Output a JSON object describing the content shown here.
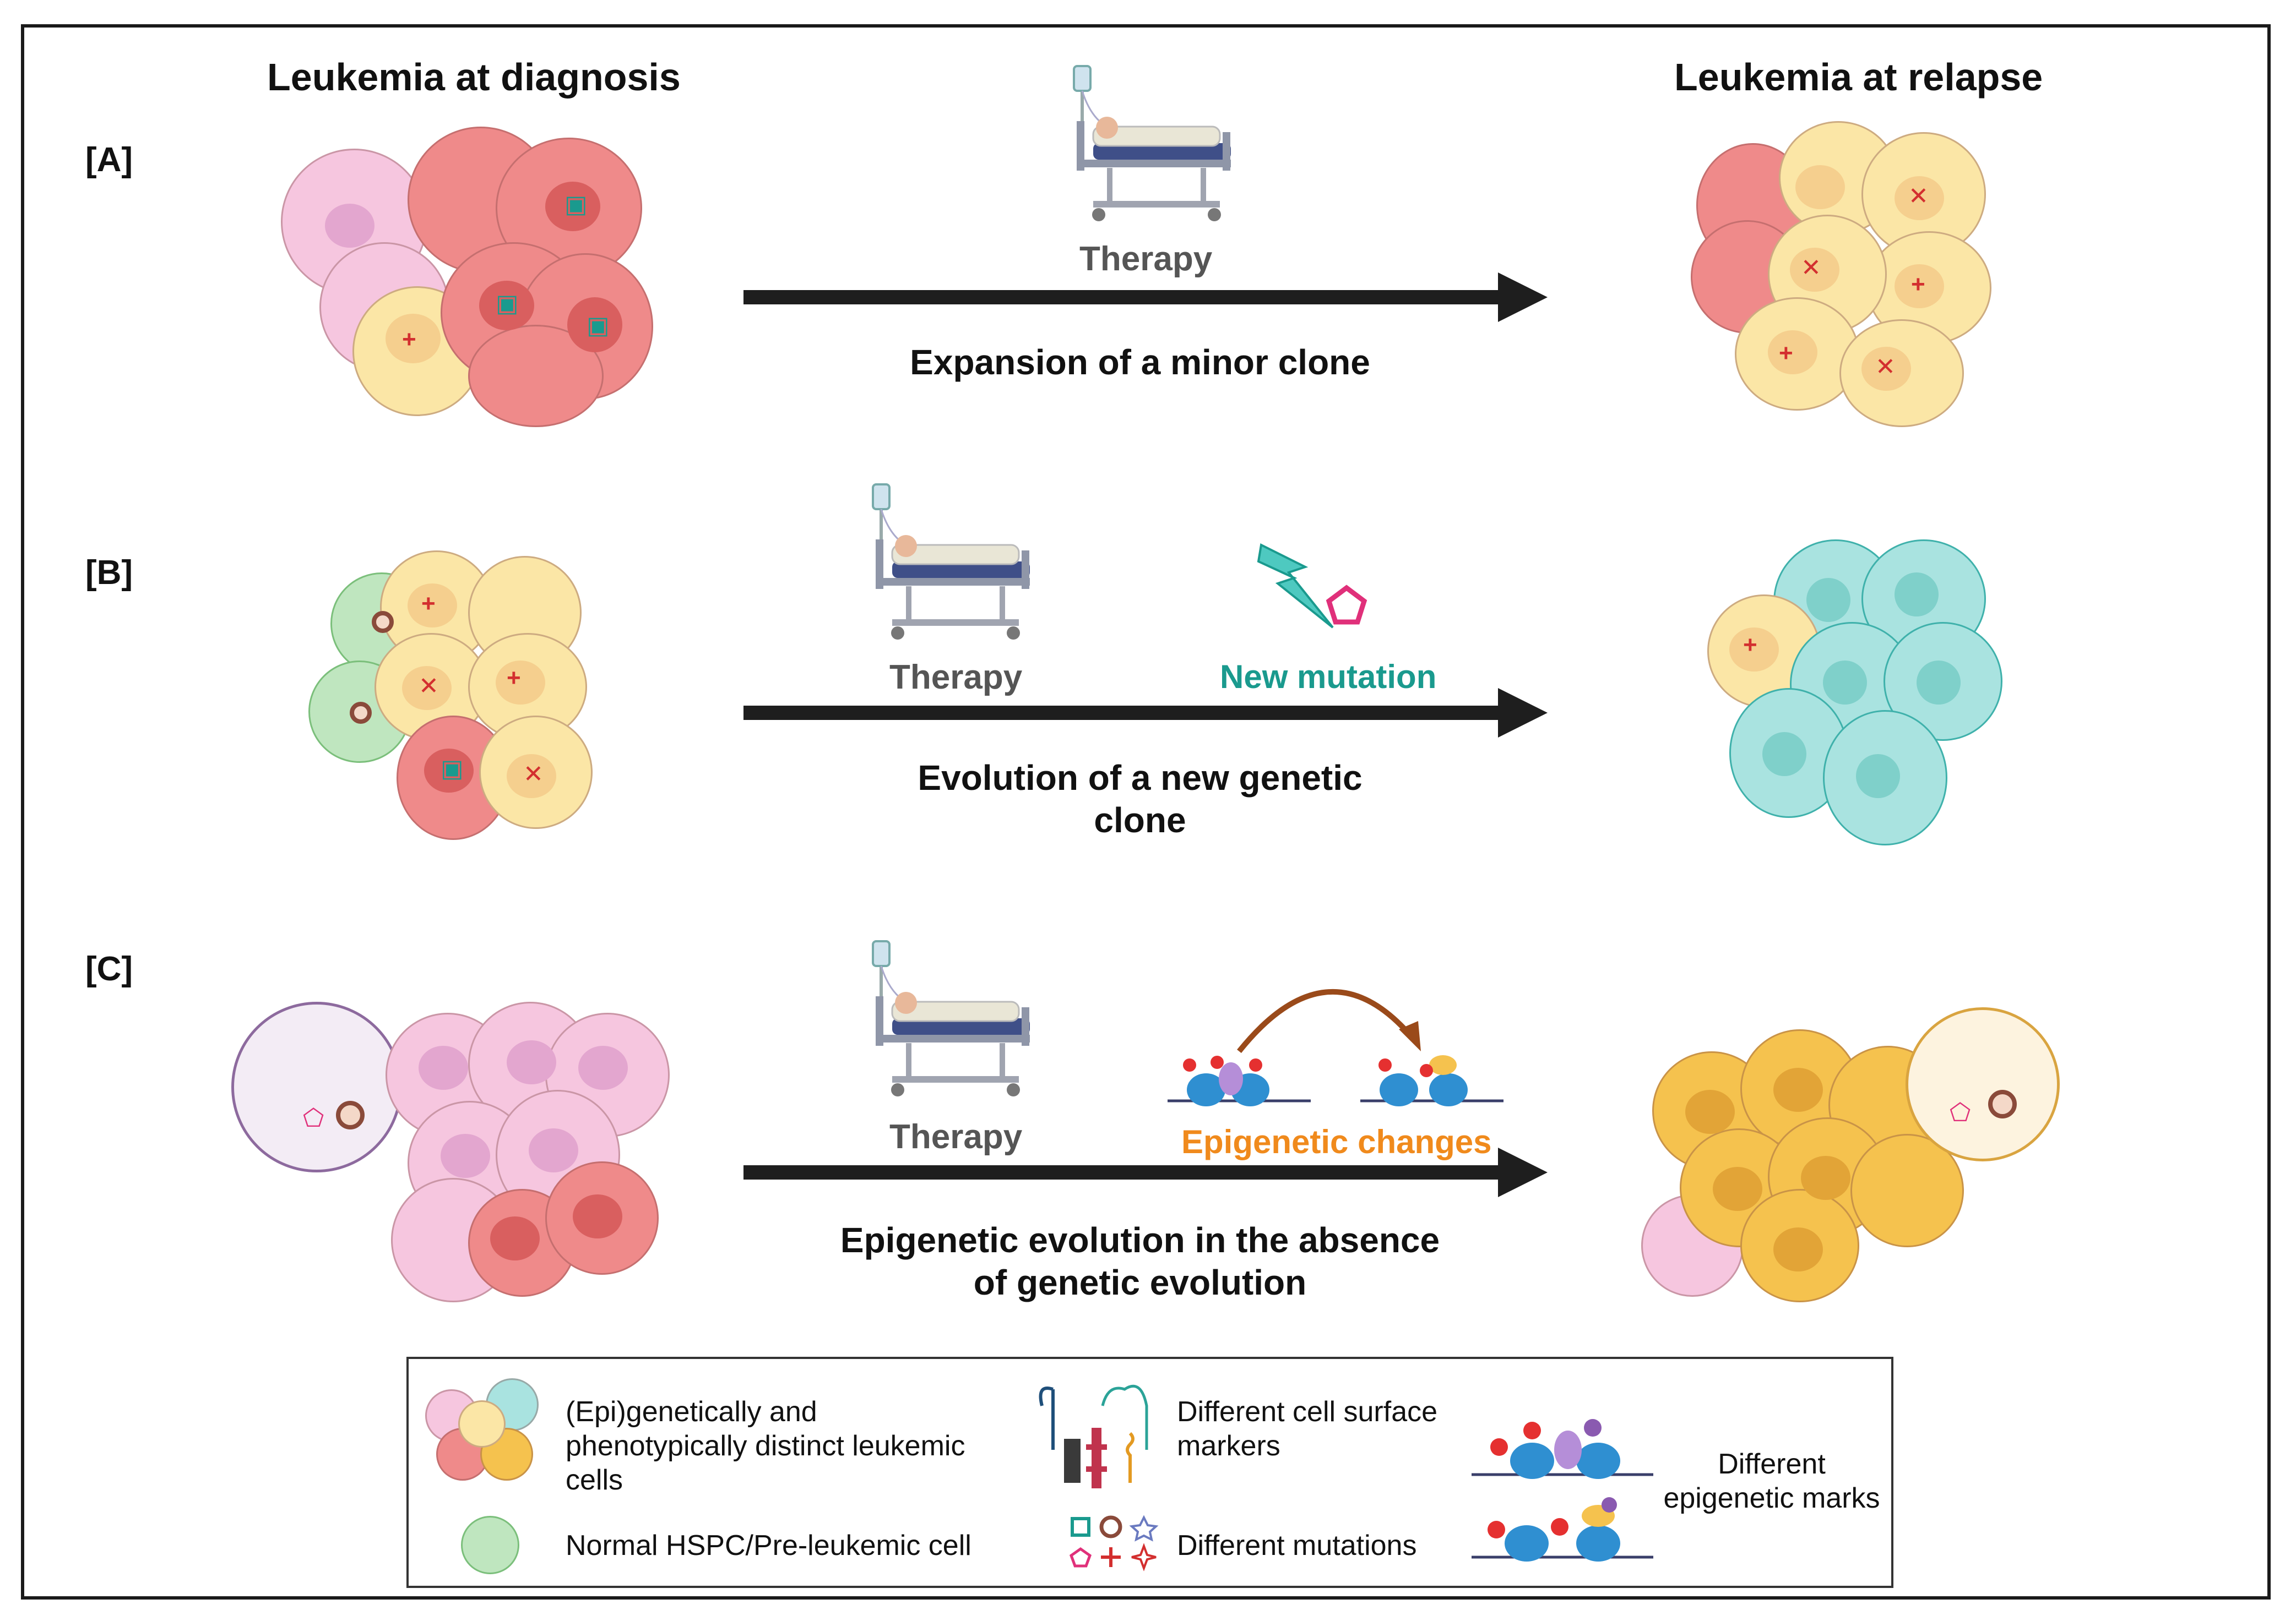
{
  "headings": {
    "diagnosis": "Leukemia at diagnosis",
    "relapse": "Leukemia at relapse"
  },
  "panels": [
    {
      "label": "[A]",
      "therapy": "Therapy",
      "event": "",
      "caption_line1": "Expansion of a minor clone",
      "caption_line2": ""
    },
    {
      "label": "[B]",
      "therapy": "Therapy",
      "event": "New mutation",
      "caption_line1": "Evolution of a new genetic",
      "caption_line2": "clone"
    },
    {
      "label": "[C]",
      "therapy": "Therapy",
      "event": "Epigenetic changes",
      "caption_line1": "Epigenetic evolution in the absence",
      "caption_line2": "of genetic evolution"
    }
  ],
  "legend": {
    "distinct_cells": "(Epi)genetically and phenotypically distinct leukemic cells",
    "normal_cell": "Normal HSPC/Pre-leukemic cell",
    "surface_markers": "Different cell surface markers",
    "mutations": "Different mutations",
    "epigenetic_marks": "Different epigenetic marks"
  },
  "colors": {
    "red_clone": "#ef8a8a",
    "yellow_clone": "#fbe6a6",
    "pink_clone": "#f6c6df",
    "teal_clone": "#a9e3e0",
    "orange_clone": "#f5c24e",
    "green_normal": "#bfe6bf",
    "new_mutation_text": "#1a9a8e",
    "epigenetic_text": "#f08a1c",
    "arrow": "#1e1e1e"
  },
  "icons": [
    "patient-bed-icon",
    "lightning-icon",
    "pentagon-mutation-icon",
    "nucleosome-icon",
    "curved-arrow-icon"
  ]
}
